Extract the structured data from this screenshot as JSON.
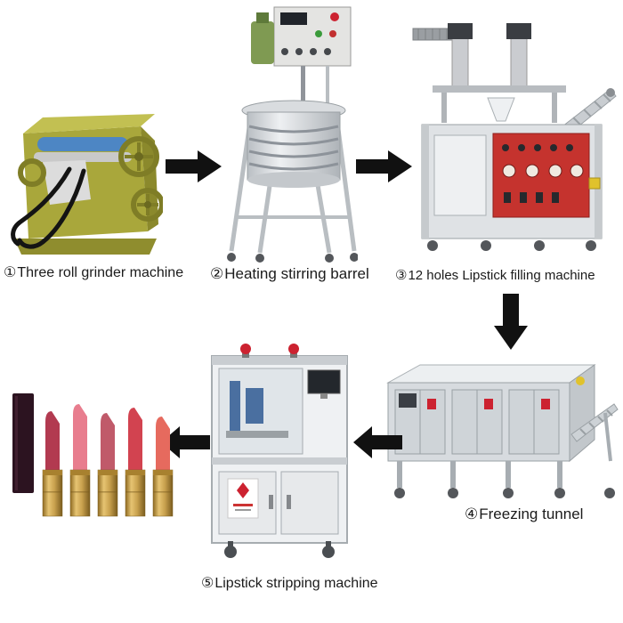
{
  "diagram": {
    "background_color": "#ffffff",
    "arrow_color": "#111111",
    "text_color": "#1b1b1b",
    "steps": [
      {
        "number": "①",
        "label": "Three roll grinder machine"
      },
      {
        "number": "②",
        "label": "Heating stirring barrel"
      },
      {
        "number": "③",
        "label": "12 holes Lipstick filling machine"
      },
      {
        "number": "④",
        "label": "Freezing tunnel"
      },
      {
        "number": "⑤",
        "label": "Lipstick stripping machine"
      }
    ],
    "colors": {
      "grinder_body": "#a9a73b",
      "grinder_body_dark": "#8b892c",
      "grinder_body_light": "#c2c052",
      "grinder_roller_blue": "#4d86c4",
      "steel_light": "#e2e5e8",
      "steel_mid": "#c9cdd1",
      "steel_dark": "#9aa0a4",
      "filling_panel_red": "#c5332e",
      "sticker_red": "#cc2230",
      "motor_green": "#7f9a52",
      "button_yellow": "#e0c22c",
      "cable_black": "#141414"
    },
    "product": {
      "case_gold_light": "#e6c472",
      "case_gold_dark": "#8f6b23",
      "dark_lipstick": "#2c1320",
      "shades": [
        "#b23a50",
        "#e87d8e",
        "#c05a6a",
        "#d24350",
        "#e66a5e"
      ]
    }
  }
}
